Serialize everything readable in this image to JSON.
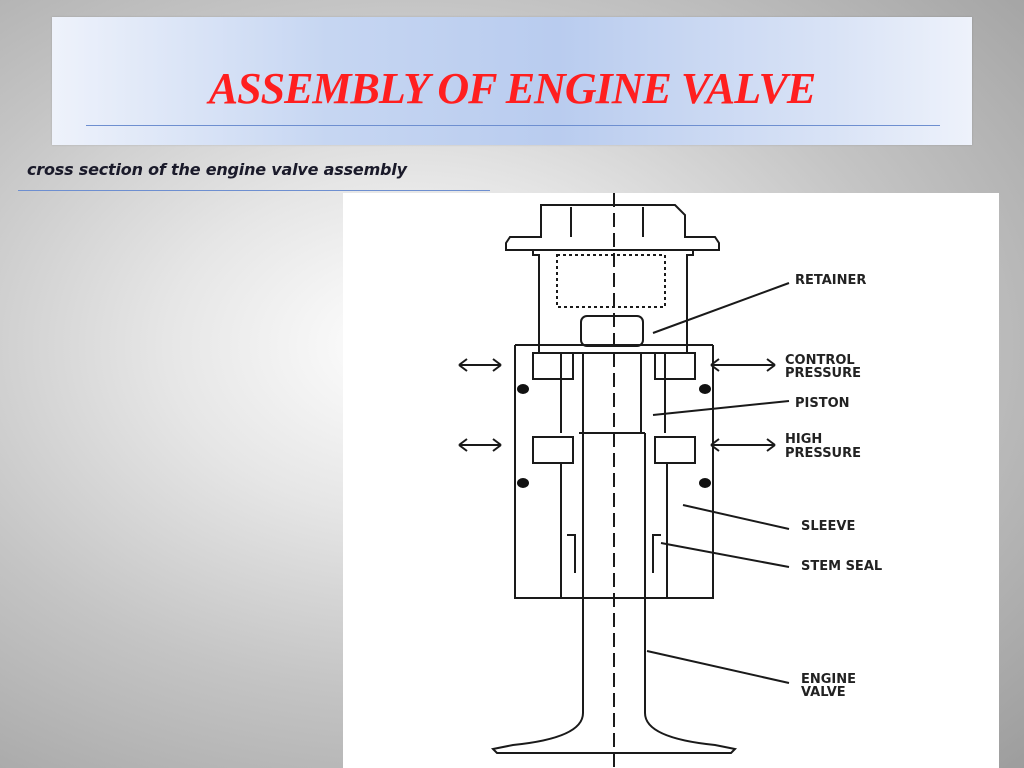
{
  "slide": {
    "title": "ASSEMBLY OF ENGINE VALVE",
    "subtitle": "cross section of the engine valve assembly"
  },
  "diagram": {
    "labels": {
      "retainer": "RETAINER",
      "control_pressure_1": "CONTROL",
      "control_pressure_2": "PRESSURE",
      "piston": "PISTON",
      "high_pressure_1": "HIGH",
      "high_pressure_2": "PRESSURE",
      "sleeve": "SLEEVE",
      "stem_seal": "STEM SEAL",
      "engine_valve_1": "ENGINE",
      "engine_valve_2": "VALVE"
    }
  },
  "colors": {
    "title_red": "#ff1f1f",
    "accent_blue": "#6e8fd0"
  }
}
